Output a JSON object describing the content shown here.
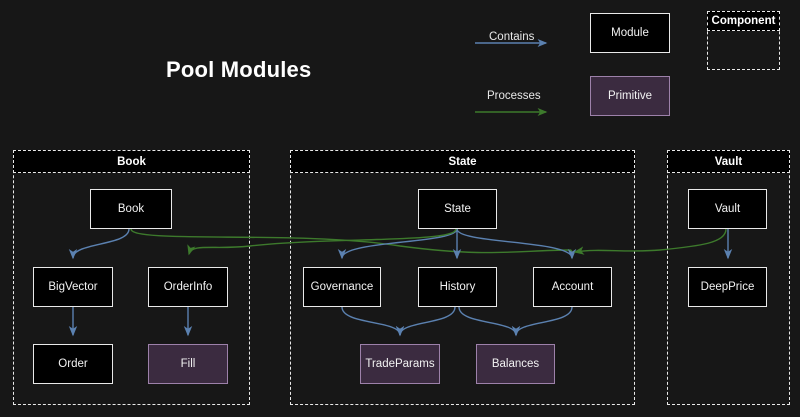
{
  "title": "Pool Modules",
  "colors": {
    "background": "#171717",
    "module_fill": "#000000",
    "module_border": "#e9e9e9",
    "primitive_fill": "#3b2b40",
    "primitive_border": "#9d81aa",
    "contains_arrow": "#5b81b0",
    "processes_arrow": "#3d7a2c",
    "group_border": "#e9e9e9",
    "text": "#f2f2f2"
  },
  "legend": {
    "contains_label": "Contains",
    "processes_label": "Processes",
    "module_label": "Module",
    "primitive_label": "Primitive",
    "component_label": "Component"
  },
  "groups": [
    {
      "id": "book",
      "label": "Book"
    },
    {
      "id": "state",
      "label": "State"
    },
    {
      "id": "vault",
      "label": "Vault"
    }
  ],
  "nodes": {
    "book": {
      "label": "Book",
      "type": "module",
      "group": "book"
    },
    "bigvector": {
      "label": "BigVector",
      "type": "module",
      "group": "book"
    },
    "orderinfo": {
      "label": "OrderInfo",
      "type": "module",
      "group": "book"
    },
    "order": {
      "label": "Order",
      "type": "module",
      "group": "book"
    },
    "fill": {
      "label": "Fill",
      "type": "primitive",
      "group": "book"
    },
    "state": {
      "label": "State",
      "type": "module",
      "group": "state"
    },
    "governance": {
      "label": "Governance",
      "type": "module",
      "group": "state"
    },
    "history": {
      "label": "History",
      "type": "module",
      "group": "state"
    },
    "account": {
      "label": "Account",
      "type": "module",
      "group": "state"
    },
    "tradeparams": {
      "label": "TradeParams",
      "type": "primitive",
      "group": "state"
    },
    "balances": {
      "label": "Balances",
      "type": "primitive",
      "group": "state"
    },
    "vault": {
      "label": "Vault",
      "type": "module",
      "group": "vault"
    },
    "deepprice": {
      "label": "DeepPrice",
      "type": "module",
      "group": "vault"
    }
  },
  "edges": [
    {
      "from": "book",
      "to": "bigvector",
      "type": "contains"
    },
    {
      "from": "bigvector",
      "to": "order",
      "type": "contains"
    },
    {
      "from": "orderinfo",
      "to": "fill",
      "type": "contains"
    },
    {
      "from": "book",
      "to": "account",
      "type": "processes"
    },
    {
      "from": "state",
      "to": "governance",
      "type": "contains"
    },
    {
      "from": "state",
      "to": "history",
      "type": "contains"
    },
    {
      "from": "state",
      "to": "account",
      "type": "contains"
    },
    {
      "from": "state",
      "to": "orderinfo",
      "type": "processes"
    },
    {
      "from": "governance",
      "to": "tradeparams",
      "type": "contains"
    },
    {
      "from": "history",
      "to": "tradeparams",
      "type": "contains"
    },
    {
      "from": "history",
      "to": "balances",
      "type": "contains"
    },
    {
      "from": "account",
      "to": "balances",
      "type": "contains"
    },
    {
      "from": "vault",
      "to": "deepprice",
      "type": "contains"
    },
    {
      "from": "vault",
      "to": "account",
      "type": "processes"
    }
  ]
}
